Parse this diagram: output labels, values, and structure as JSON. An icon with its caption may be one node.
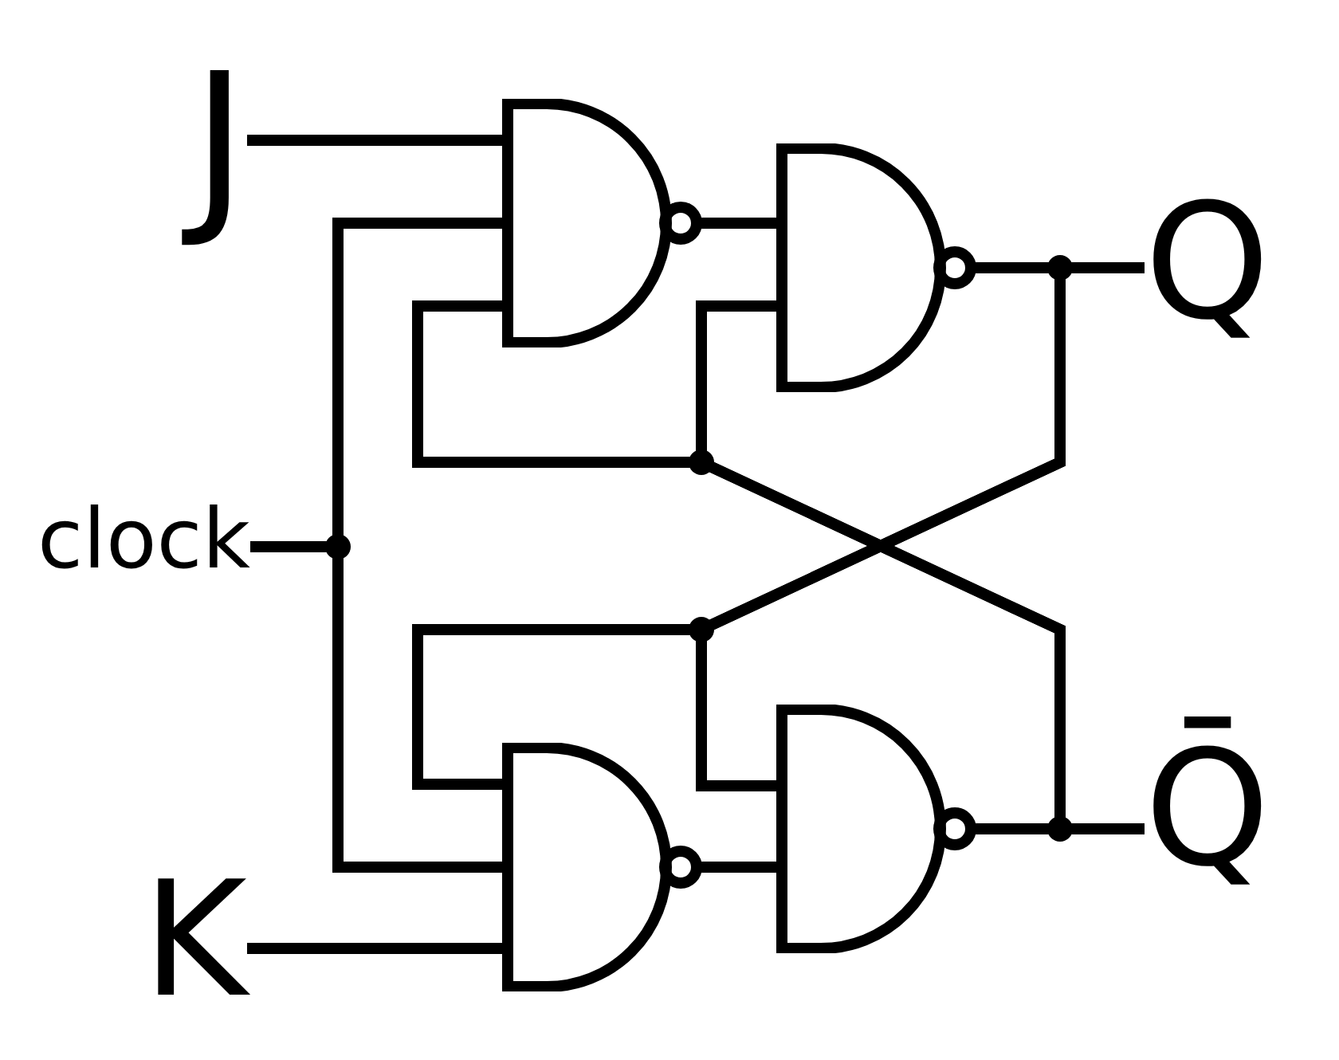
{
  "diagram": {
    "nodes": [
      {
        "text": [
          "J"
        ]
      },
      {
        "text": [
          "clock"
        ]
      },
      {
        "text": [
          "K"
        ]
      },
      {
        "text": [],
        "shape": "gate"
      },
      {
        "text": [],
        "shape": "gate"
      },
      {
        "text": [],
        "shape": "gate"
      },
      {
        "text": [],
        "shape": "gate"
      },
      {
        "text": [
          "Q"
        ]
      },
      {
        "text": [
          "Q̄"
        ]
      }
    ],
    "edges": [
      {
        "from": 0,
        "to": 3,
        "arrow": "none"
      },
      {
        "from": 1,
        "to": 3,
        "arrow": "none"
      },
      {
        "from": 1,
        "to": 5,
        "arrow": "none"
      },
      {
        "from": 2,
        "to": 5,
        "arrow": "none"
      },
      {
        "from": 3,
        "to": 4,
        "arrow": "none"
      },
      {
        "from": 4,
        "to": 7,
        "arrow": "none"
      },
      {
        "from": 5,
        "to": 6,
        "arrow": "none"
      },
      {
        "from": 6,
        "to": 8,
        "arrow": "none"
      },
      {
        "from": 4,
        "to": 6,
        "arrow": "none"
      },
      {
        "from": 4,
        "to": 5,
        "arrow": "none"
      },
      {
        "from": 6,
        "to": 4,
        "arrow": "none"
      },
      {
        "from": 6,
        "to": 3,
        "arrow": "none"
      }
    ]
  }
}
